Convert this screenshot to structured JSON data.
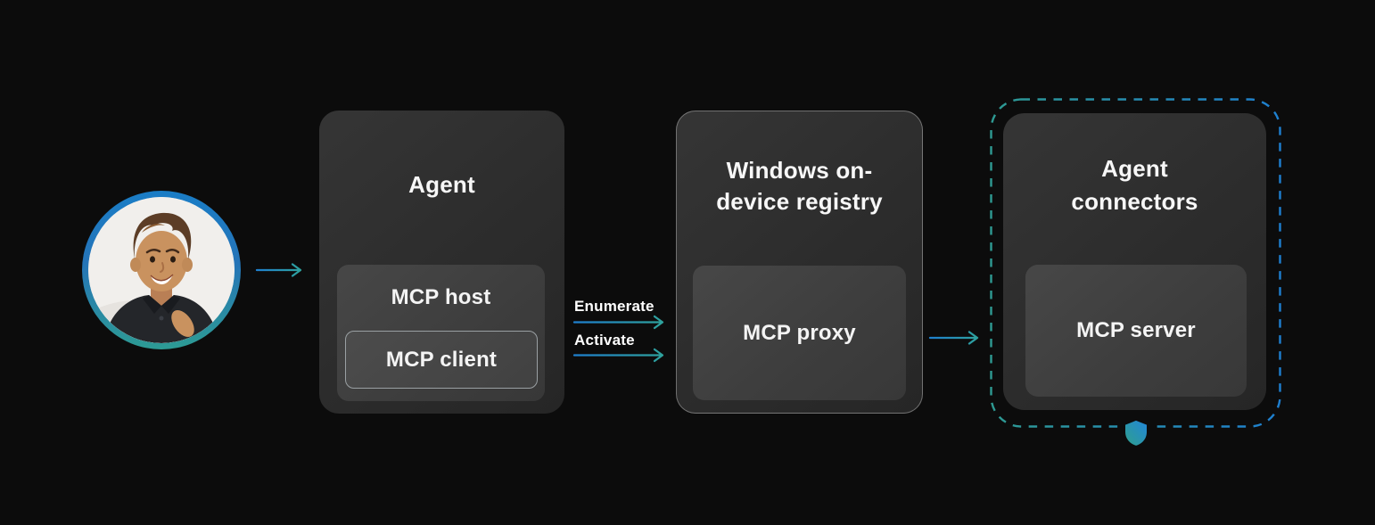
{
  "nodes": {
    "agent": {
      "title": "Agent",
      "host_label": "MCP host",
      "client_label": "MCP client"
    },
    "registry": {
      "title": "Windows on-device registry",
      "proxy_label": "MCP proxy"
    },
    "connectors": {
      "title": "Agent connectors",
      "server_label": "MCP server"
    }
  },
  "edges": {
    "enumerate_label": "Enumerate",
    "activate_label": "Activate"
  },
  "icons": {
    "avatar": "user-avatar-photo",
    "shield": "security-shield-icon",
    "arrows": "gradient-flow-arrow"
  },
  "colors": {
    "background": "#0c0c0c",
    "node_fill": "#2e2e2e",
    "inner_fill": "#414141",
    "accent_blue": "#1e7fd0",
    "accent_teal": "#2e9a92",
    "text": "#f4f4f4"
  }
}
